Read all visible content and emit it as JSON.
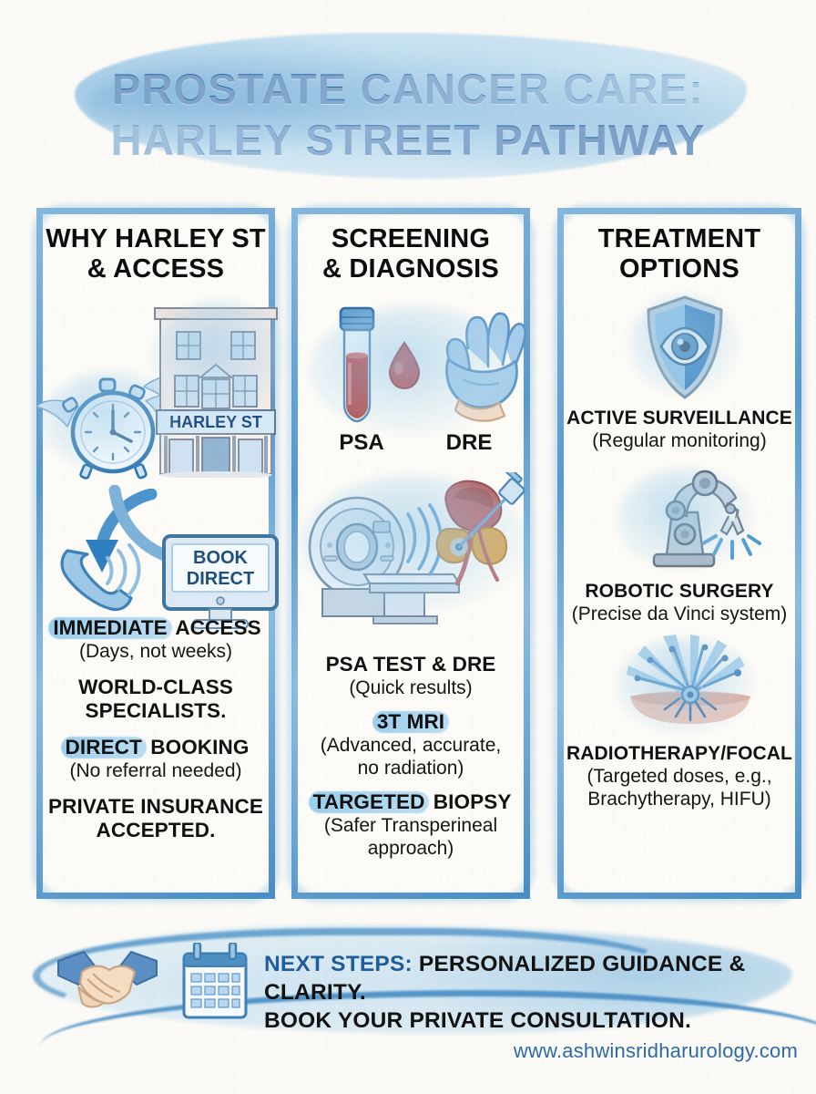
{
  "header": {
    "title_line1": "PROSTATE CANCER CARE:",
    "title_line2": "HARLEY STREET PATHWAY"
  },
  "colors": {
    "title_blue": "#2f6fb0",
    "accent_blue": "#4e93c9",
    "highlight_blue": "#96cbeb",
    "paper": "#fbfaf6",
    "text_black": "#111111",
    "url_blue": "#2d6aa8"
  },
  "columns": [
    {
      "id": "why-harley-st",
      "title": "WHY HARLEY ST\n& ACCESS",
      "title_line1": "WHY HARLEY ST",
      "title_line2": "& ACCESS",
      "icons": [
        {
          "name": "winged-alarm-clock-icon",
          "label": ""
        },
        {
          "name": "harley-street-building-icon",
          "label": "HARLEY ST"
        },
        {
          "name": "curved-arrow-down-icon",
          "label": ""
        },
        {
          "name": "curved-arrow-right-icon",
          "label": ""
        },
        {
          "name": "ringing-phone-icon",
          "label": ""
        },
        {
          "name": "desktop-monitor-icon",
          "label": "BOOK DIRECT",
          "screen_line1": "BOOK",
          "screen_line2": "DIRECT"
        }
      ],
      "items": [
        {
          "highlight": "IMMEDIATE",
          "bold_rest": " ACCESS",
          "sub": "(Days, not weeks)"
        },
        {
          "highlight": "",
          "bold_rest": "WORLD-CLASS",
          "bold_rest2": "SPECIALISTS.",
          "sub": ""
        },
        {
          "highlight": "DIRECT",
          "bold_rest": " BOOKING",
          "sub": "(No referral needed)"
        },
        {
          "highlight": "",
          "bold_rest": "PRIVATE INSURANCE",
          "bold_rest2": "ACCEPTED.",
          "sub": ""
        }
      ]
    },
    {
      "id": "screening-diagnosis",
      "title_line1": "SCREENING",
      "title_line2": "& DIAGNOSIS",
      "icons": [
        {
          "name": "blood-test-tube-icon",
          "label": "PSA"
        },
        {
          "name": "blood-drop-icon",
          "label": ""
        },
        {
          "name": "medical-glove-icon",
          "label": "DRE"
        },
        {
          "name": "mri-scanner-icon",
          "label": ""
        },
        {
          "name": "prostate-biopsy-needle-icon",
          "label": ""
        }
      ],
      "icon_captions": [
        "PSA",
        "DRE"
      ],
      "items": [
        {
          "highlight": "",
          "bold_rest": "PSA TEST & DRE",
          "sub": "(Quick results)"
        },
        {
          "highlight": "3T MRI",
          "bold_rest": "",
          "sub": "(Advanced, accurate,",
          "sub2": "no radiation)"
        },
        {
          "highlight": "TARGETED",
          "bold_rest": " BIOPSY",
          "sub": "(Safer Transperineal",
          "sub2": "approach)"
        }
      ]
    },
    {
      "id": "treatment-options",
      "title_line1": "TREATMENT",
      "title_line2": "OPTIONS",
      "icons": [
        {
          "name": "shield-eye-icon",
          "label": ""
        },
        {
          "name": "robotic-surgical-arm-icon",
          "label": ""
        },
        {
          "name": "radiotherapy-burst-icon",
          "label": ""
        }
      ],
      "items": [
        {
          "bold": "ACTIVE SURVEILLANCE",
          "sub": "(Regular monitoring)"
        },
        {
          "bold": "ROBOTIC SURGERY",
          "sub": "(Precise da Vinci system)"
        },
        {
          "bold": "RADIOTHERAPY/FOCAL",
          "sub": "(Targeted doses, e.g.,",
          "sub2": "Brachytherapy, HIFU)"
        }
      ]
    }
  ],
  "footer": {
    "label_blue": "NEXT STEPS:",
    "line1_rest": " PERSONALIZED GUIDANCE & CLARITY.",
    "line2": "BOOK YOUR PRIVATE CONSULTATION.",
    "icons": [
      {
        "name": "handshake-icon"
      },
      {
        "name": "calendar-icon"
      }
    ],
    "url": "www.ashwinsridharurology.com"
  }
}
